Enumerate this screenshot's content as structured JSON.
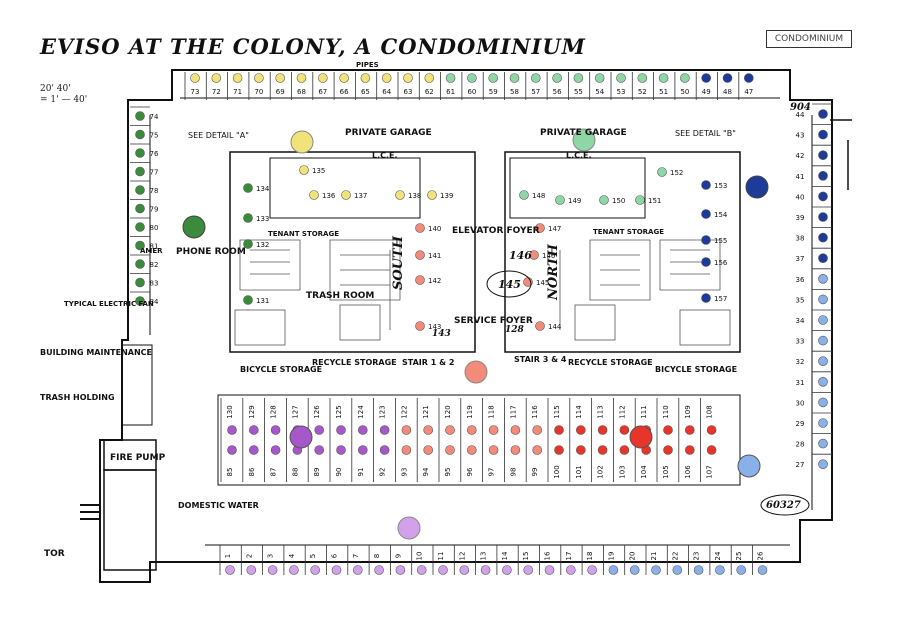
{
  "title": "EVISO AT THE COLONY, A CONDOMINIUM",
  "stamp": "CONDOMINIUM",
  "scale": [
    "20'  40'",
    "= 1' — 40'"
  ],
  "colors": {
    "yellow": "#f2e27a",
    "green": "#3c8a3c",
    "mint": "#8fd6a6",
    "navy": "#1f3b99",
    "lightblue": "#8ab0ea",
    "purple": "#a657c9",
    "lavender": "#d3a1ec",
    "salmon": "#f28b7a",
    "red": "#e8352a"
  },
  "labels": {
    "pipes": "PIPES",
    "see_a": "SEE DETAIL \"A\"",
    "see_b": "SEE DETAIL \"B\"",
    "private_garage": "PRIVATE GARAGE",
    "lce": "L.C.E.",
    "phone_room": "PHONE ROOM",
    "tenant_storage": "TENANT STORAGE",
    "elevator_foyer": "ELEVATOR FOYER",
    "trash_room": "TRASH ROOM",
    "service_foyer": "SERVICE FOYER",
    "south": "SOUTH",
    "north": "NORTH",
    "typical_fan": "TYPICAL ELECTRIC FAN",
    "building_maint": "BUILDING MAINTENANCE",
    "trash_holding": "TRASH HOLDING",
    "fire_pump": "FIRE PUMP",
    "domestic_water": "DOMESTIC WATER",
    "tor": "TOR",
    "bicycle_storage": "BICYCLE STORAGE",
    "recycle_storage": "RECYCLE STORAGE",
    "stair_12": "STAIR 1 & 2",
    "stair_34": "STAIR 3 & 4",
    "amer": "AMER",
    "n904": "904",
    "n60327": "60327",
    "h145": "145",
    "h146": "146",
    "h128": "128",
    "h143": "143"
  },
  "rows": {
    "top": {
      "nums": [
        73,
        72,
        71,
        70,
        69,
        68,
        67,
        66,
        65,
        64,
        63,
        62,
        61,
        60,
        59,
        58,
        57,
        56,
        55,
        54,
        53,
        52,
        51,
        50,
        49,
        48,
        47
      ],
      "color": [
        "yellow",
        "yellow",
        "yellow",
        "yellow",
        "yellow",
        "yellow",
        "yellow",
        "yellow",
        "yellow",
        "yellow",
        "yellow",
        "yellow",
        "mint",
        "mint",
        "mint",
        "mint",
        "mint",
        "mint",
        "mint",
        "mint",
        "mint",
        "mint",
        "mint",
        "mint",
        "navy",
        "navy",
        "navy"
      ]
    },
    "left": {
      "nums": [
        74,
        75,
        76,
        77,
        78,
        79,
        80,
        81,
        82,
        83,
        84
      ],
      "color": "green"
    },
    "right": {
      "nums": [
        44,
        43,
        42,
        41,
        40,
        39,
        38,
        37,
        36,
        35,
        34,
        33,
        32,
        31,
        30,
        29,
        28,
        27
      ],
      "color": [
        "navy",
        "navy",
        "navy",
        "navy",
        "navy",
        "navy",
        "navy",
        "navy",
        "lightblue",
        "lightblue",
        "lightblue",
        "lightblue",
        "lightblue",
        "lightblue",
        "lightblue",
        "lightblue",
        "lightblue",
        "lightblue"
      ]
    },
    "bottom": {
      "nums": [
        1,
        2,
        3,
        4,
        5,
        6,
        7,
        8,
        9,
        10,
        11,
        12,
        13,
        14,
        15,
        16,
        17,
        18,
        19,
        20,
        21,
        22,
        23,
        24,
        25,
        26
      ],
      "color": [
        "lavender",
        "lavender",
        "lavender",
        "lavender",
        "lavender",
        "lavender",
        "lavender",
        "lavender",
        "lavender",
        "lavender",
        "lavender",
        "lavender",
        "lavender",
        "lavender",
        "lavender",
        "lavender",
        "lavender",
        "lavender",
        "lightblue",
        "lightblue",
        "lightblue",
        "lightblue",
        "lightblue",
        "lightblue",
        "lightblue",
        "lightblue"
      ]
    },
    "mid_top": {
      "nums": [
        130,
        129,
        128,
        127,
        126,
        125,
        124,
        123,
        122,
        121,
        120,
        119,
        118,
        117,
        116,
        115,
        114,
        113,
        112,
        111,
        110,
        109,
        108
      ],
      "color": [
        "purple",
        "purple",
        "purple",
        "purple",
        "purple",
        "purple",
        "purple",
        "purple",
        "salmon",
        "salmon",
        "salmon",
        "salmon",
        "salmon",
        "salmon",
        "salmon",
        "red",
        "red",
        "red",
        "red",
        "red",
        "red",
        "red",
        "red"
      ]
    },
    "mid_bot": {
      "nums": [
        85,
        86,
        87,
        88,
        89,
        90,
        91,
        92,
        93,
        94,
        95,
        96,
        97,
        98,
        99,
        100,
        101,
        102,
        103,
        104,
        105,
        106,
        107
      ],
      "color": [
        "purple",
        "purple",
        "purple",
        "purple",
        "purple",
        "purple",
        "purple",
        "purple",
        "salmon",
        "salmon",
        "salmon",
        "salmon",
        "salmon",
        "salmon",
        "salmon",
        "red",
        "red",
        "red",
        "red",
        "red",
        "red",
        "red",
        "red"
      ]
    }
  },
  "inner_slots": [
    {
      "n": "134",
      "c": "green"
    },
    {
      "n": "133",
      "c": "green"
    },
    {
      "n": "132",
      "c": "green"
    },
    {
      "n": "131",
      "c": "green"
    },
    {
      "n": "135",
      "c": "yellow"
    },
    {
      "n": "136",
      "c": "yellow"
    },
    {
      "n": "137",
      "c": "yellow"
    },
    {
      "n": "138",
      "c": "yellow"
    },
    {
      "n": "139",
      "c": "yellow"
    },
    {
      "n": "140",
      "c": "salmon"
    },
    {
      "n": "141",
      "c": "salmon"
    },
    {
      "n": "142",
      "c": "salmon"
    },
    {
      "n": "143",
      "c": "salmon"
    },
    {
      "n": "144",
      "c": "salmon"
    },
    {
      "n": "145",
      "c": "salmon"
    },
    {
      "n": "146",
      "c": "salmon"
    },
    {
      "n": "147",
      "c": "salmon"
    },
    {
      "n": "148",
      "c": "mint"
    },
    {
      "n": "149",
      "c": "mint"
    },
    {
      "n": "150",
      "c": "mint"
    },
    {
      "n": "151",
      "c": "mint"
    },
    {
      "n": "152",
      "c": "mint"
    },
    {
      "n": "153",
      "c": "navy"
    },
    {
      "n": "154",
      "c": "navy"
    },
    {
      "n": "155",
      "c": "navy"
    },
    {
      "n": "156",
      "c": "navy"
    },
    {
      "n": "157",
      "c": "navy"
    }
  ]
}
